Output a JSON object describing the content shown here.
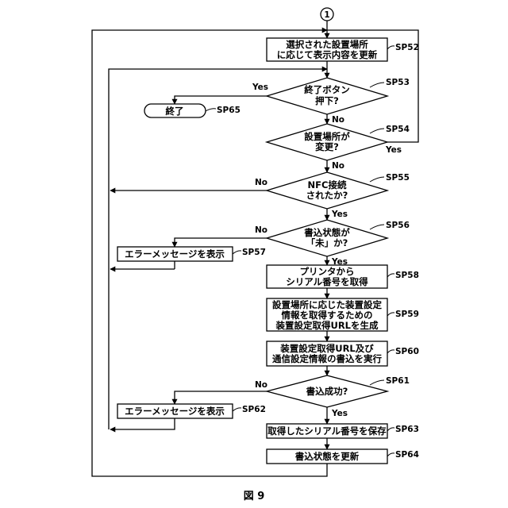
{
  "connector": "1",
  "steps": {
    "sp52": {
      "lines": [
        "選択された設置場所",
        "に応じて表示内容を更新"
      ],
      "label": "SP52"
    },
    "sp53": {
      "lines": [
        "終了ボタン",
        "押下?"
      ],
      "label": "SP53",
      "yes": "Yes",
      "no": "No"
    },
    "sp54": {
      "lines": [
        "設置場所が",
        "変更?"
      ],
      "label": "SP54",
      "yes": "Yes",
      "no": "No"
    },
    "sp55": {
      "lines": [
        "NFC接続",
        "されたか?"
      ],
      "label": "SP55",
      "yes": "Yes",
      "no": "No"
    },
    "sp56": {
      "lines": [
        "書込状態が",
        "「未」か?"
      ],
      "label": "SP56",
      "yes": "Yes",
      "no": "No"
    },
    "sp57": {
      "lines": [
        "エラーメッセージを表示"
      ],
      "label": "SP57"
    },
    "sp58": {
      "lines": [
        "プリンタから",
        "シリアル番号を取得"
      ],
      "label": "SP58"
    },
    "sp59": {
      "lines": [
        "設置場所に応じた装置設定",
        "情報を取得するための",
        "装置設定取得URLを生成"
      ],
      "label": "SP59"
    },
    "sp60": {
      "lines": [
        "装置設定取得URL及び",
        "通信設定情報の書込を実行"
      ],
      "label": "SP60"
    },
    "sp61": {
      "lines": [
        "書込成功?"
      ],
      "label": "SP61",
      "yes": "Yes",
      "no": "No"
    },
    "sp62": {
      "lines": [
        "エラーメッセージを表示"
      ],
      "label": "SP62"
    },
    "sp63": {
      "lines": [
        "取得したシリアル番号を保存"
      ],
      "label": "SP63"
    },
    "sp64": {
      "lines": [
        "書込状態を更新"
      ],
      "label": "SP64"
    },
    "sp65": {
      "lines": [
        "終了"
      ],
      "label": "SP65"
    }
  },
  "caption": "図 9"
}
